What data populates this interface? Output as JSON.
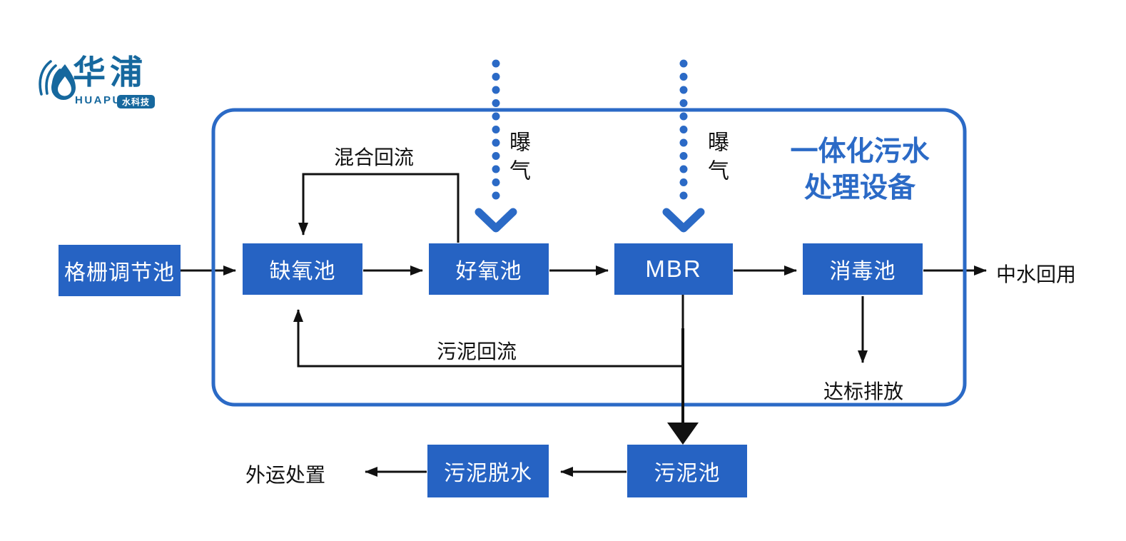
{
  "brand": {
    "name": "华浦",
    "latin": "HUAPU",
    "badge": "水科技",
    "color": "#16689e"
  },
  "title": {
    "line1": "一体化污水",
    "line2": "处理设备",
    "color": "#2b6ac6"
  },
  "colors": {
    "node_fill": "#2663c3",
    "node_text": "#ffffff",
    "accent": "#2b6ac6",
    "arrow": "#111111"
  },
  "nodes": [
    {
      "id": "screen-regulating-tank",
      "label": "格栅调节池"
    },
    {
      "id": "anoxic-tank",
      "label": "缺氧池"
    },
    {
      "id": "aerobic-tank",
      "label": "好氧池"
    },
    {
      "id": "mbr",
      "label": "MBR"
    },
    {
      "id": "disinfection-tank",
      "label": "消毒池"
    },
    {
      "id": "sludge-tank",
      "label": "污泥池"
    },
    {
      "id": "sludge-dewatering",
      "label": "污泥脱水"
    }
  ],
  "flow_labels": {
    "mixed_reflux": "混合回流",
    "sludge_reflux": "污泥回流",
    "aeration_left": "曝气",
    "aeration_right": "曝气",
    "water_reuse": "中水回用",
    "standard_discharge": "达标排放",
    "offsite_disposal": "外运处置"
  }
}
